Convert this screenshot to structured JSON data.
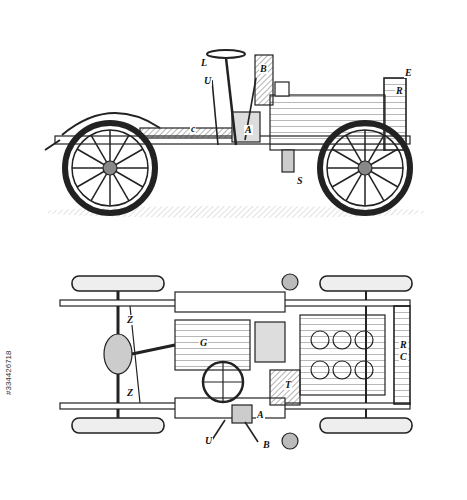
{
  "diagram": {
    "labels": [
      "L",
      "U",
      "B",
      "E",
      "R",
      "c",
      "A",
      "S",
      "Z",
      "G",
      "Z",
      "T",
      "A",
      "U",
      "B",
      "R",
      "C",
      "#334426718"
    ]
  }
}
